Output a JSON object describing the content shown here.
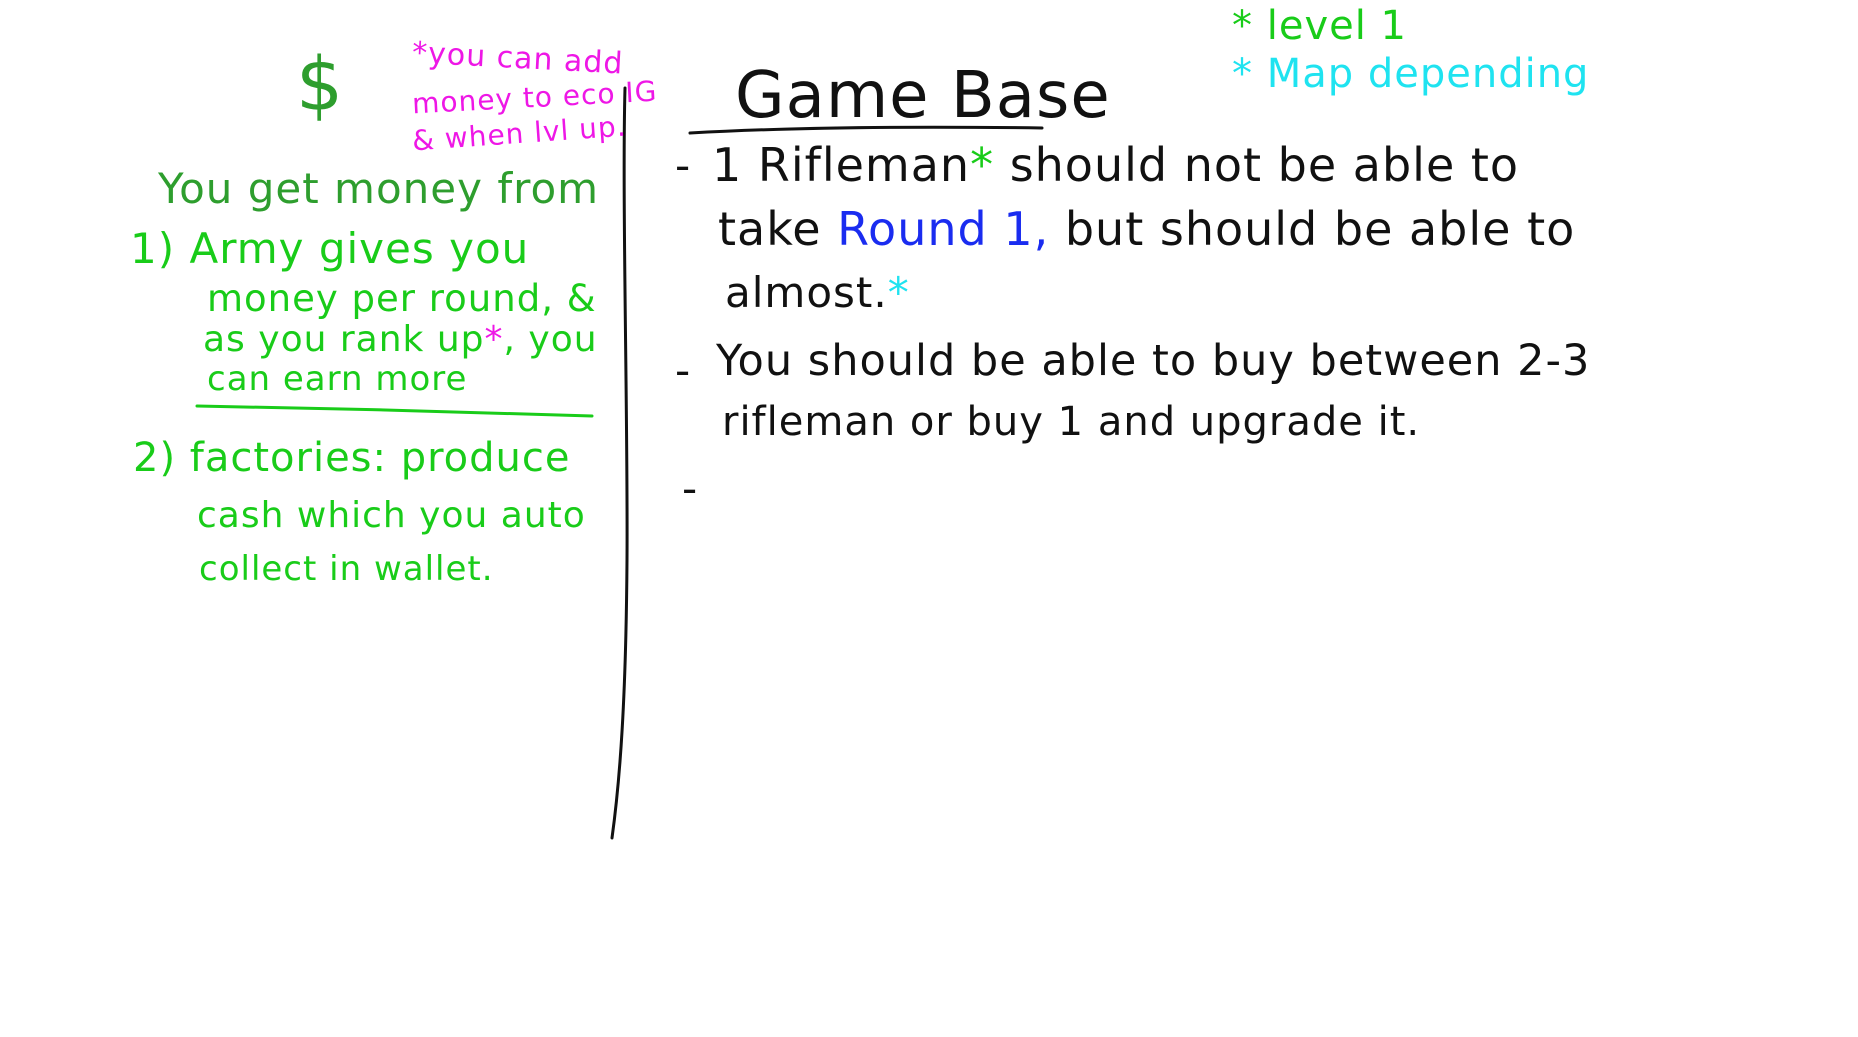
{
  "colors": {
    "green": "#19cc19",
    "dark_green": "#2e9e2e",
    "magenta": "#ee17e6",
    "cyan": "#1fe3f0",
    "blue": "#1a2cf0",
    "ink": "#111111"
  },
  "left_panel": {
    "dollar_sign": "$",
    "note_line1": "*you can add",
    "note_line2": "money to eco IG",
    "note_line3": "& when lvl up.",
    "heading": "You get money from",
    "item1_line1": "1)  Army gives you",
    "item1_line2": "money per round, &",
    "item1_line3_a": "as you rank up",
    "item1_line3_star": "*",
    "item1_line3_b": ", you",
    "item1_line4": "can earn more",
    "item2_line1": "2) factories: produce",
    "item2_line2": "cash which you auto",
    "item2_line3": "collect in wallet."
  },
  "legend": {
    "green_star": "*",
    "green_text": "level 1",
    "cyan_star": "*",
    "cyan_text": "Map depending"
  },
  "right_panel": {
    "title": "Game Base",
    "b1_dash": "-",
    "b1_line1_a": "1 Rifleman",
    "b1_line1_star": "*",
    "b1_line1_b": "should not be able to",
    "b1_line2_a": "take",
    "b1_line2_round": "Round 1,",
    "b1_line2_b": "but should be able to",
    "b1_line3": "almost.",
    "b1_line3_star": "*",
    "b2_dash": "-",
    "b2_line1": "You should be able to buy  between 2-3",
    "b2_line2": "rifleman  or buy 1 and upgrade it.",
    "b3_dash": "-"
  }
}
